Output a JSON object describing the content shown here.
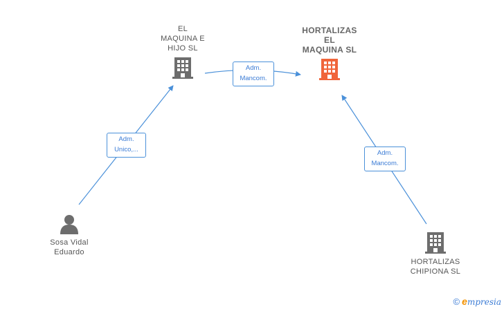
{
  "colors": {
    "edge": "#4a90d9",
    "building_gray": "#6d6d6d",
    "building_highlight": "#f0653a",
    "person": "#6d6d6d"
  },
  "nodes": {
    "el_maquina_e_hijo": {
      "label": "EL\nMAQUINA E\nHIJO SL",
      "icon": "building-icon"
    },
    "hortalizas_el_maquina": {
      "label": "HORTALIZAS\nEL\nMAQUINA  SL",
      "icon": "building-icon"
    },
    "sosa_vidal_eduardo": {
      "label": "Sosa Vidal\nEduardo",
      "icon": "person-icon"
    },
    "hortalizas_chipiona": {
      "label": "HORTALIZAS\nCHIPIONA  SL",
      "icon": "building-icon"
    }
  },
  "edges": {
    "adm_mancom_1": {
      "label": "Adm.\nMancom."
    },
    "adm_unico": {
      "label": "Adm.\nUnico,..."
    },
    "adm_mancom_2": {
      "label": "Adm.\nMancom."
    }
  },
  "brand": {
    "copyright": "©",
    "e": "e",
    "rest": "mpresia"
  }
}
